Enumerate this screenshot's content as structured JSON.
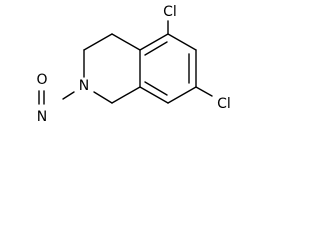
{
  "molecule": {
    "atoms": {
      "cl_top": "Cl",
      "cl_bottom": "Cl",
      "oxygen": "O",
      "nitrogen_nitroso": "N",
      "nitrogen_ring": "N"
    }
  }
}
